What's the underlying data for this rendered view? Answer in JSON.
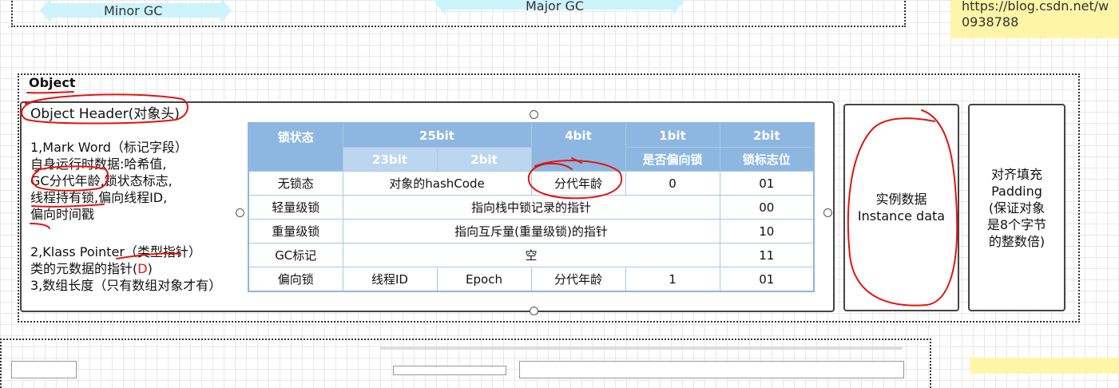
{
  "top": {
    "minor_gc": "Minor GC",
    "major_gc": "Major GC"
  },
  "note": {
    "line1": "https://blog.csdn.net/w",
    "line2": "0938788"
  },
  "object": {
    "title": "Object",
    "header_title": "Object Header(对象头)",
    "mark_word": {
      "title": "1,Mark Word（标记字段）",
      "lines": [
        "自身运行时数据:哈希值,",
        "GC分代年龄,锁状态标志,",
        "线程持有锁,偏向线程ID,",
        "偏向时间戳"
      ]
    },
    "klass_pointer": {
      "title": "2,Klass Pointer（类型指针）",
      "line_prefix": "类的元数据的指针(",
      "line_mark": "D",
      "line_suffix": ")"
    },
    "array_length": "3,数组长度（只有数组对象才有）",
    "instance": {
      "line1": "实例数据",
      "line2": "Instance data"
    },
    "padding": {
      "line1": "对齐填充",
      "line2": "Padding",
      "line3": "(保证对象",
      "line4": "是8个字节",
      "line5": "的整数倍)"
    }
  },
  "table": {
    "head1": [
      "锁状态",
      "25bit",
      "4bit",
      "1bit",
      "2bit"
    ],
    "head2": [
      "23bit",
      "2bit",
      "是否偏向锁",
      "锁标志位"
    ],
    "rows": {
      "r1": [
        "无锁态",
        "对象的hashCode",
        "分代年龄",
        "0",
        "01"
      ],
      "r2": [
        "轻量级锁",
        "指向栈中锁记录的指针",
        "00"
      ],
      "r3": [
        "重量级锁",
        "指向互斥量(重量级锁)的指针",
        "10"
      ],
      "r4": [
        "GC标记",
        "空",
        "11"
      ],
      "r5": [
        "偏向锁",
        "线程ID",
        "Epoch",
        "分代年龄",
        "1",
        "01"
      ]
    }
  },
  "colors": {
    "ink": "#e3140f",
    "header_blue": "#8db7e0",
    "sub_blue": "#bcd6ef",
    "note_yellow": "#fff5a8",
    "arrow_cyan": "#cdf3fb"
  }
}
